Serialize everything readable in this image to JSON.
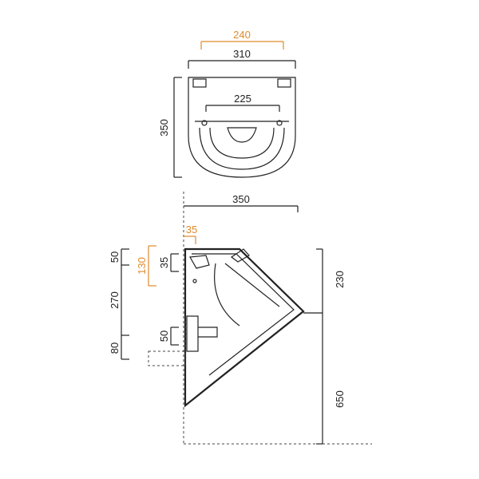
{
  "colors": {
    "ink": "#222222",
    "accent": "#e08a2a",
    "background": "#ffffff"
  },
  "top_view": {
    "dims": {
      "d240": "240",
      "d310": "310",
      "d225": "225",
      "d350": "350"
    }
  },
  "side_view": {
    "dims": {
      "d350": "350",
      "d35_top": "35",
      "d50_top": "50",
      "d130": "130",
      "d35_left": "35",
      "d270": "270",
      "d50_mid": "50",
      "d80": "80",
      "d230": "230",
      "d650": "650"
    }
  }
}
